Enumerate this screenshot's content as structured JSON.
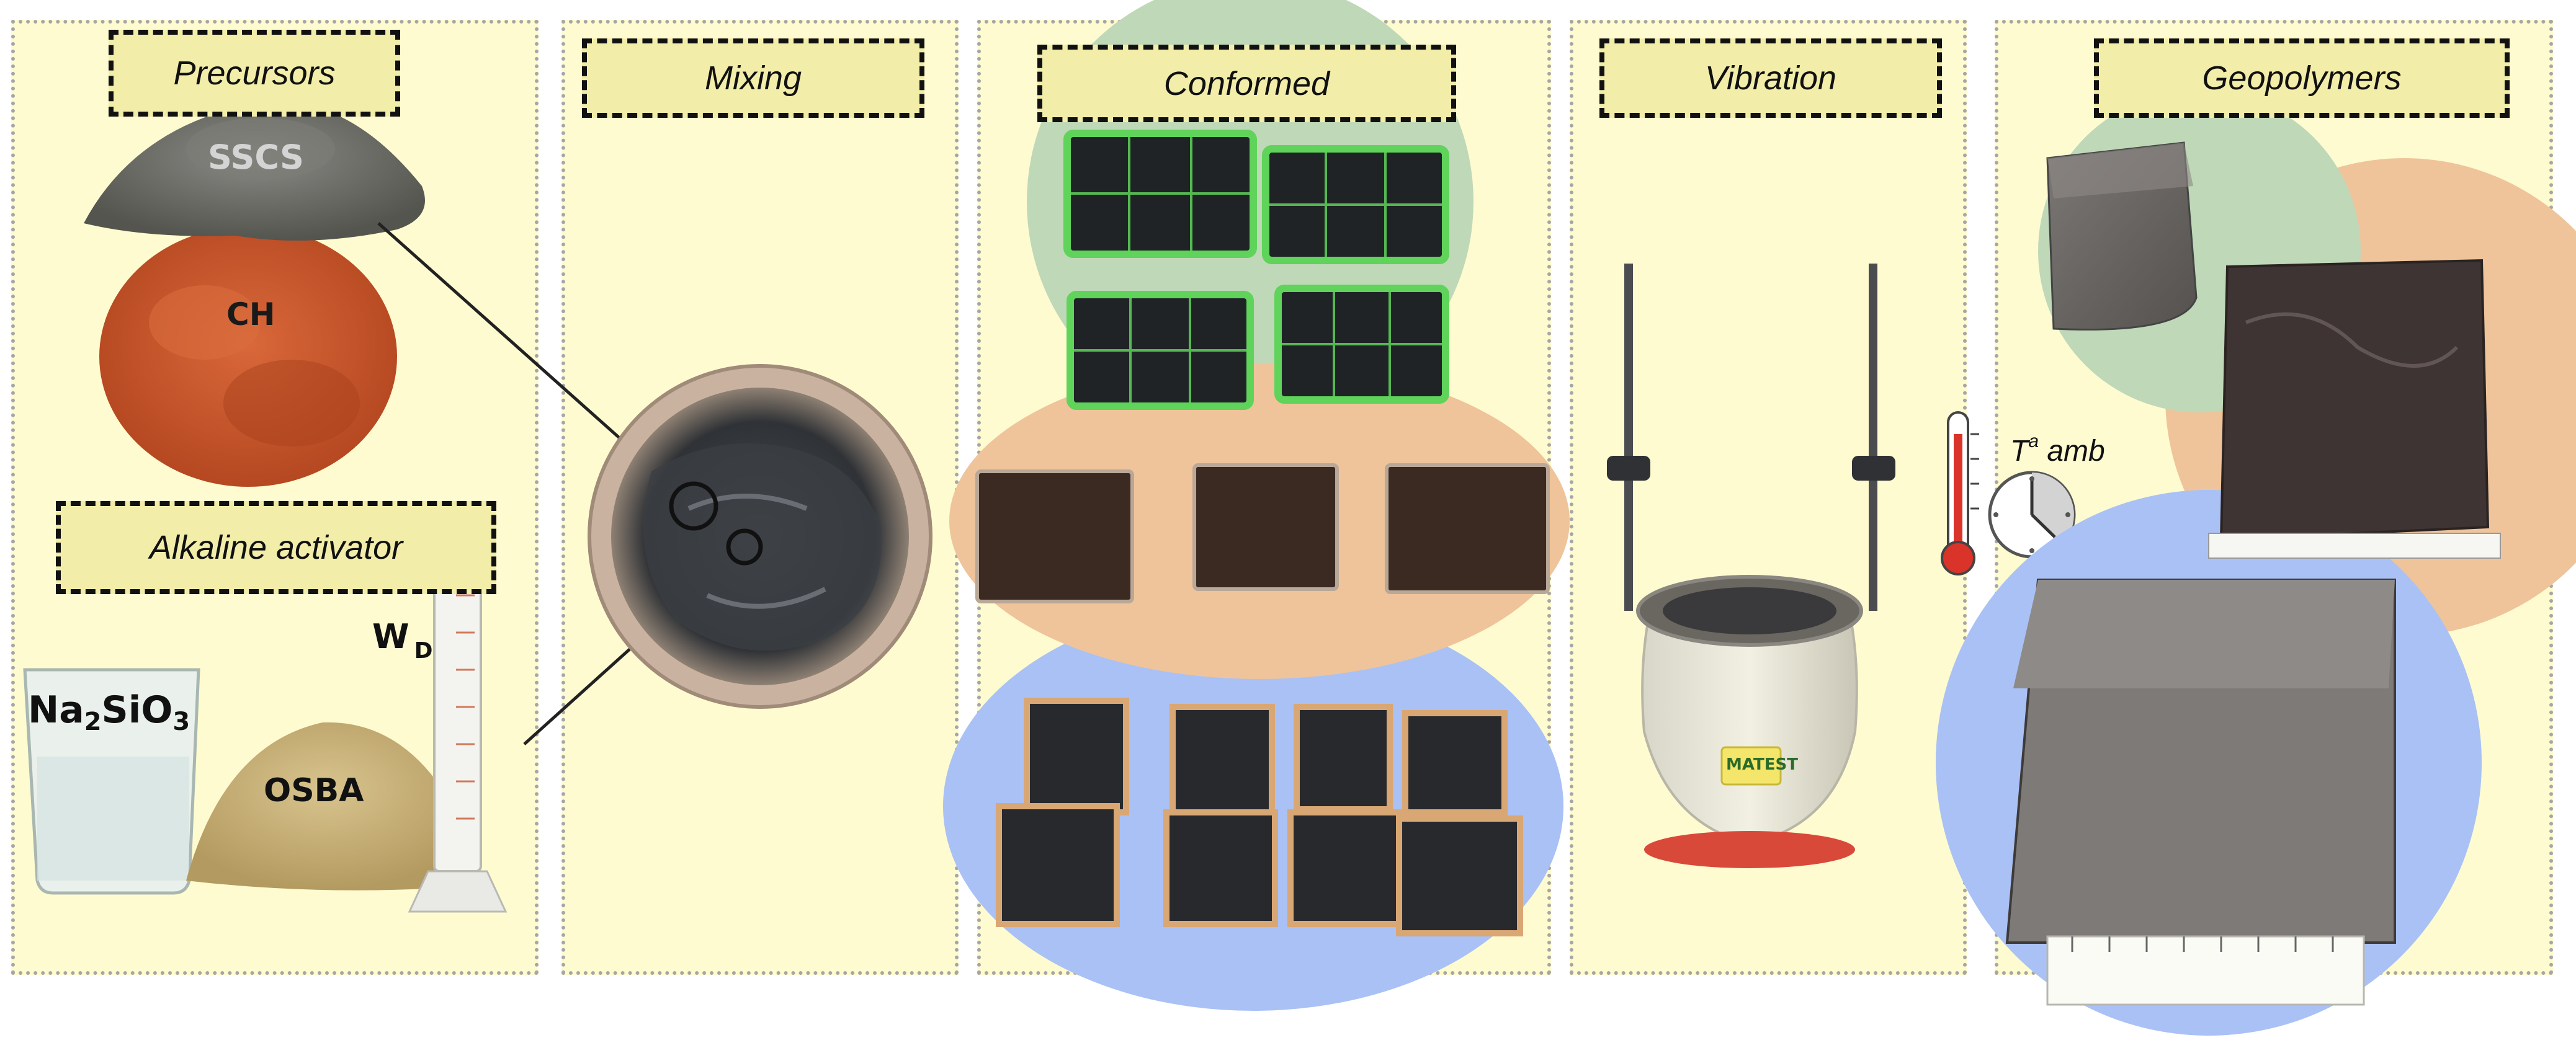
{
  "panels": {
    "precursors": {
      "title": "Precursors"
    },
    "mixing": {
      "title": "Mixing"
    },
    "conformed": {
      "title": "Conformed"
    },
    "vibration": {
      "title": "Vibration"
    },
    "geopolymers": {
      "title": "Geopolymers"
    }
  },
  "activator": {
    "title": "Alkaline activator"
  },
  "labels": {
    "sscs": "SSCS",
    "ch": "CH",
    "na2sio3_na": "Na",
    "na2sio3_2": "2",
    "na2sio3_sio": "SiO",
    "na2sio3_3": "3",
    "osba": "OSBA",
    "wd_w": "W",
    "wd_d": "D",
    "matest": "MATEST",
    "temp_t": "T",
    "temp_a": "a",
    "temp_amb": " amb"
  },
  "colors": {
    "panel_bg": "#fffbd0",
    "title_bg": "#f2eeaa",
    "green_circle": "#bfd8b8",
    "orange_circle": "#efc49a",
    "blue_circle": "#a9c1f5",
    "ch_powder": "#c8552a",
    "sscs_powder": "#6e6e6a",
    "osba_powder": "#c9b27a"
  }
}
